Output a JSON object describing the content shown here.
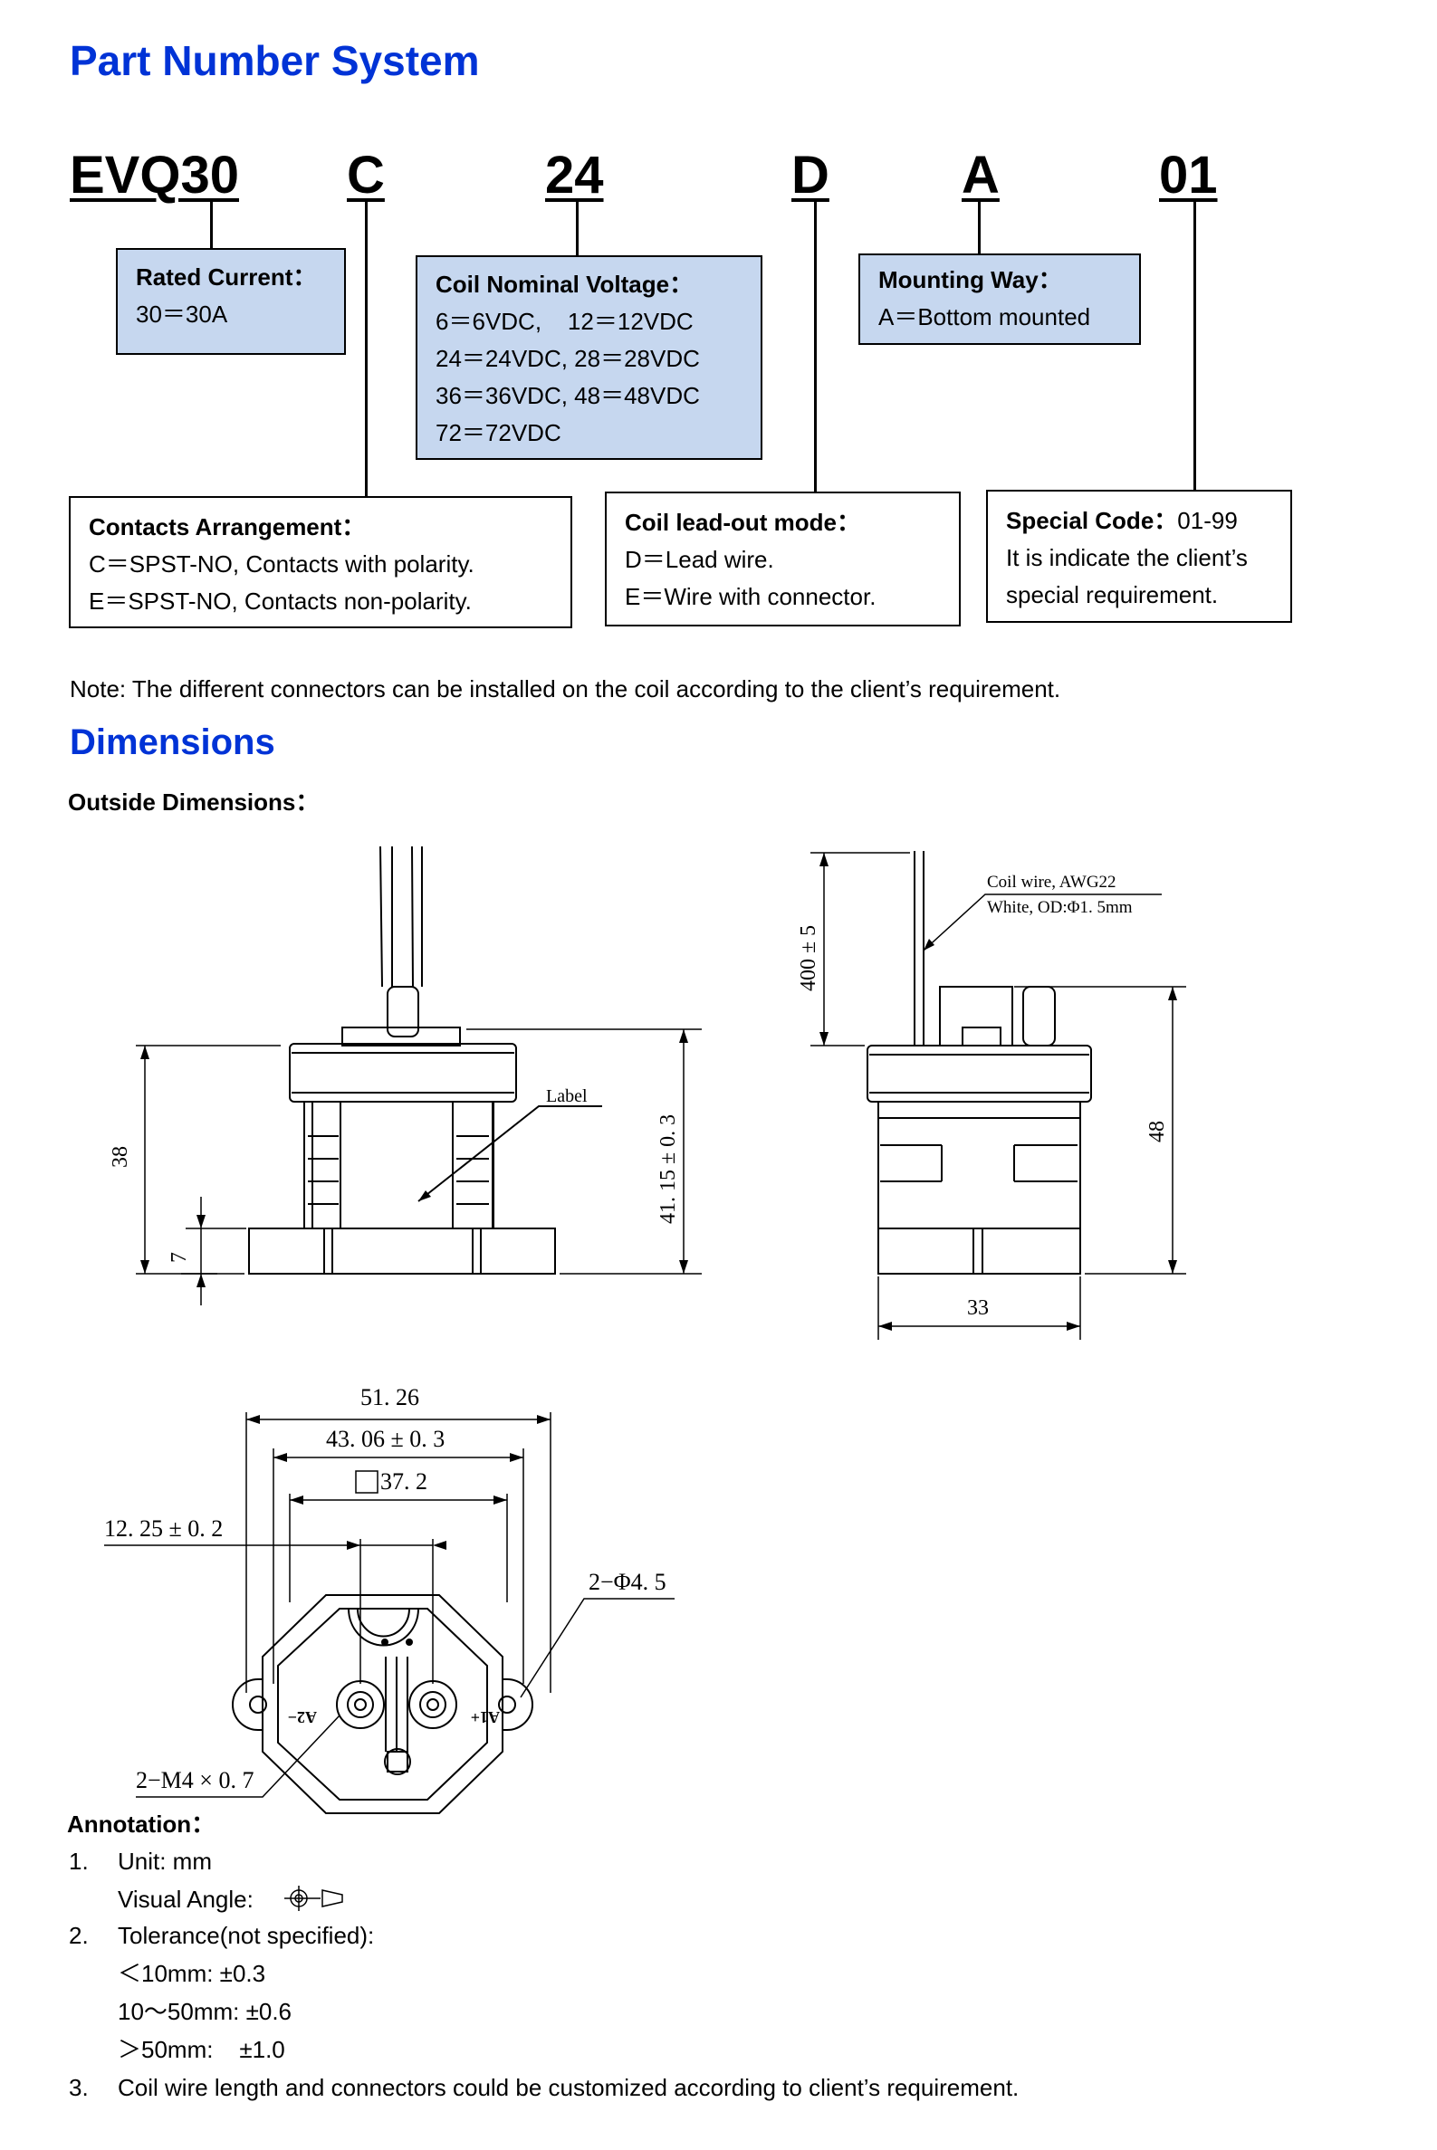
{
  "section1": {
    "title": "Part Number System"
  },
  "part_number": {
    "segments": [
      "EVQ30",
      "C",
      "24",
      "D",
      "A",
      "01"
    ]
  },
  "boxes": {
    "rated_current": {
      "title": "Rated Current：",
      "lines": [
        "30＝30A"
      ]
    },
    "coil_voltage": {
      "title": "Coil Nominal Voltage：",
      "lines": [
        "6＝6VDC,    12＝12VDC",
        "24＝24VDC, 28＝28VDC",
        "36＝36VDC, 48＝48VDC",
        "72＝72VDC"
      ]
    },
    "mounting": {
      "title": "Mounting Way：",
      "lines": [
        "A＝Bottom mounted"
      ]
    },
    "contacts": {
      "title": "Contacts Arrangement：",
      "lines": [
        "C＝SPST-NO, Contacts with polarity.",
        "E＝SPST-NO, Contacts non-polarity."
      ]
    },
    "coil_lead": {
      "title": "Coil lead-out mode：",
      "lines": [
        "D＝Lead wire.",
        "E＝Wire with connector."
      ]
    },
    "special": {
      "title": "Special Code：",
      "title_value": "01-99",
      "lines": [
        "It is indicate the client’s",
        "special requirement."
      ]
    }
  },
  "note": "Note: The different connectors can be installed on the coil according to the client’s requirement.",
  "section2": {
    "title": "Dimensions",
    "subtitle": "Outside Dimensions："
  },
  "drawing_labels": {
    "front": {
      "dim38": "38",
      "dim7": "7",
      "label": "Label",
      "dim4115": "41. 15 ± 0. 3"
    },
    "side": {
      "dim400": "400 ± 5",
      "coil_wire_1": "Coil wire, AWG22",
      "coil_wire_2": "White, OD:Φ1. 5mm",
      "dim48": "48",
      "dim33": "33"
    },
    "bottom": {
      "dim5126": "51. 26",
      "dim4306": "43. 06 ± 0. 3",
      "dim372": "37. 2",
      "dim1225": "12. 25 ± 0. 2",
      "dim45": "2−Φ4. 5",
      "dimM4": "2−M4 × 0. 7",
      "a1": "A1+",
      "a2": "A2−"
    }
  },
  "annotation": {
    "title": "Annotation：",
    "items": [
      {
        "num": "1.",
        "lines": [
          "Unit: mm",
          "Visual Angle:"
        ]
      },
      {
        "num": "2.",
        "lines": [
          "Tolerance(not specified):",
          "＜10mm: ±0.3",
          "10～50mm: ±0.6",
          "＞50mm:    ±1.0"
        ]
      },
      {
        "num": "3.",
        "lines": [
          "Coil wire length and connectors could be customized according to client’s requirement."
        ]
      }
    ]
  },
  "colors": {
    "heading": "#0033d6",
    "box_fill": "#c6d7ef"
  }
}
